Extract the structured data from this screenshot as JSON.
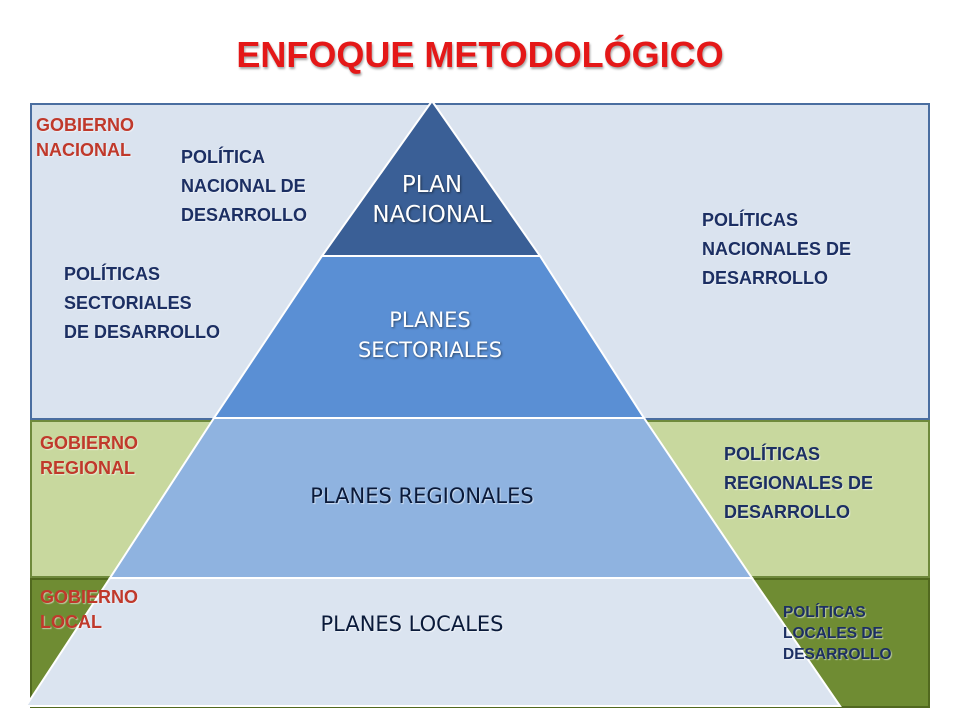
{
  "title": "ENFOQUE METODOLÓGICO",
  "gobierno": {
    "nacional": [
      "GOBIERNO",
      "NACIONAL"
    ],
    "regional": [
      "GOBIERNO",
      "REGIONAL"
    ],
    "local": [
      "GOBIERNO",
      "LOCAL"
    ]
  },
  "politicas": {
    "nacional_desarrollo": [
      "POLÍTICA",
      "NACIONAL DE",
      "DESARROLLO"
    ],
    "sectoriales": [
      "POLÍTICAS",
      "SECTORIALES",
      "DE DESARROLLO"
    ],
    "nacionales": [
      "POLÍTICAS",
      "NACIONALES DE",
      "DESARROLLO"
    ],
    "regionales": [
      "POLÍTICAS",
      "REGIONALES DE",
      "DESARROLLO"
    ],
    "locales": [
      "POLÍTICAS",
      "LOCALES DE",
      "DESARROLLO"
    ]
  },
  "pyramid": {
    "plan_nacional": [
      "PLAN",
      "NACIONAL"
    ],
    "planes_sectoriales": [
      "PLANES",
      "SECTORIALES"
    ],
    "planes_regionales": "PLANES REGIONALES",
    "planes_locales": "PLANES LOCALES"
  },
  "colors": {
    "title": "#e41818",
    "plan_nacional": "#3a5f96",
    "planes_sectoriales": "#5a8fd4",
    "planes_regionales": "#8fb3e0",
    "planes_locales": "#dbe4f0",
    "band_nacional": "#dae3ef",
    "band_regional": "#c8d89e",
    "band_local": "#6f8c33"
  }
}
